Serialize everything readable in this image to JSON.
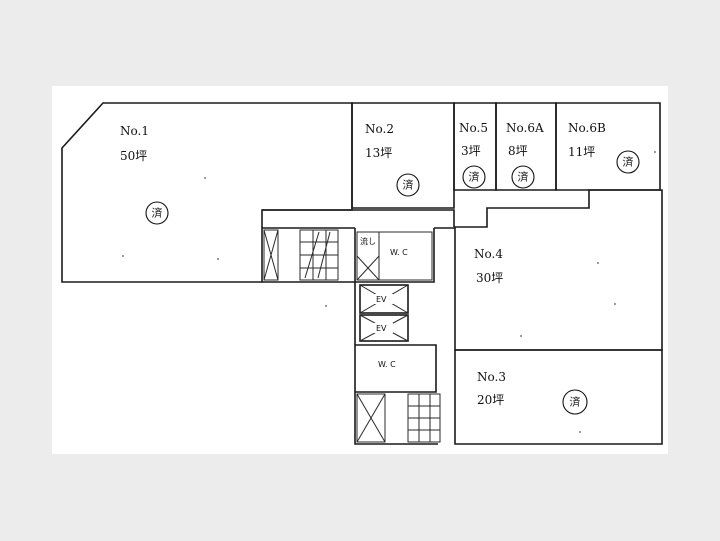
{
  "units": {
    "no1": {
      "name": "No.1",
      "area": "50坪",
      "status": "済"
    },
    "no2": {
      "name": "No.2",
      "area": "13坪",
      "status": "済"
    },
    "no5": {
      "name": "No.5",
      "area": "3坪",
      "status": "済"
    },
    "no6a": {
      "name": "No.6A",
      "area": "8坪",
      "status": "済"
    },
    "no6b": {
      "name": "No.6B",
      "area": "11坪",
      "status": "済"
    },
    "no4": {
      "name": "No.4",
      "area": "30坪"
    },
    "no3": {
      "name": "No.3",
      "area": "20坪",
      "status": "済"
    }
  },
  "facilities": {
    "sink": "流し",
    "wc_upper": "W. C",
    "ev_1": "EV",
    "ev_2": "EV",
    "wc_lower": "W. C"
  }
}
